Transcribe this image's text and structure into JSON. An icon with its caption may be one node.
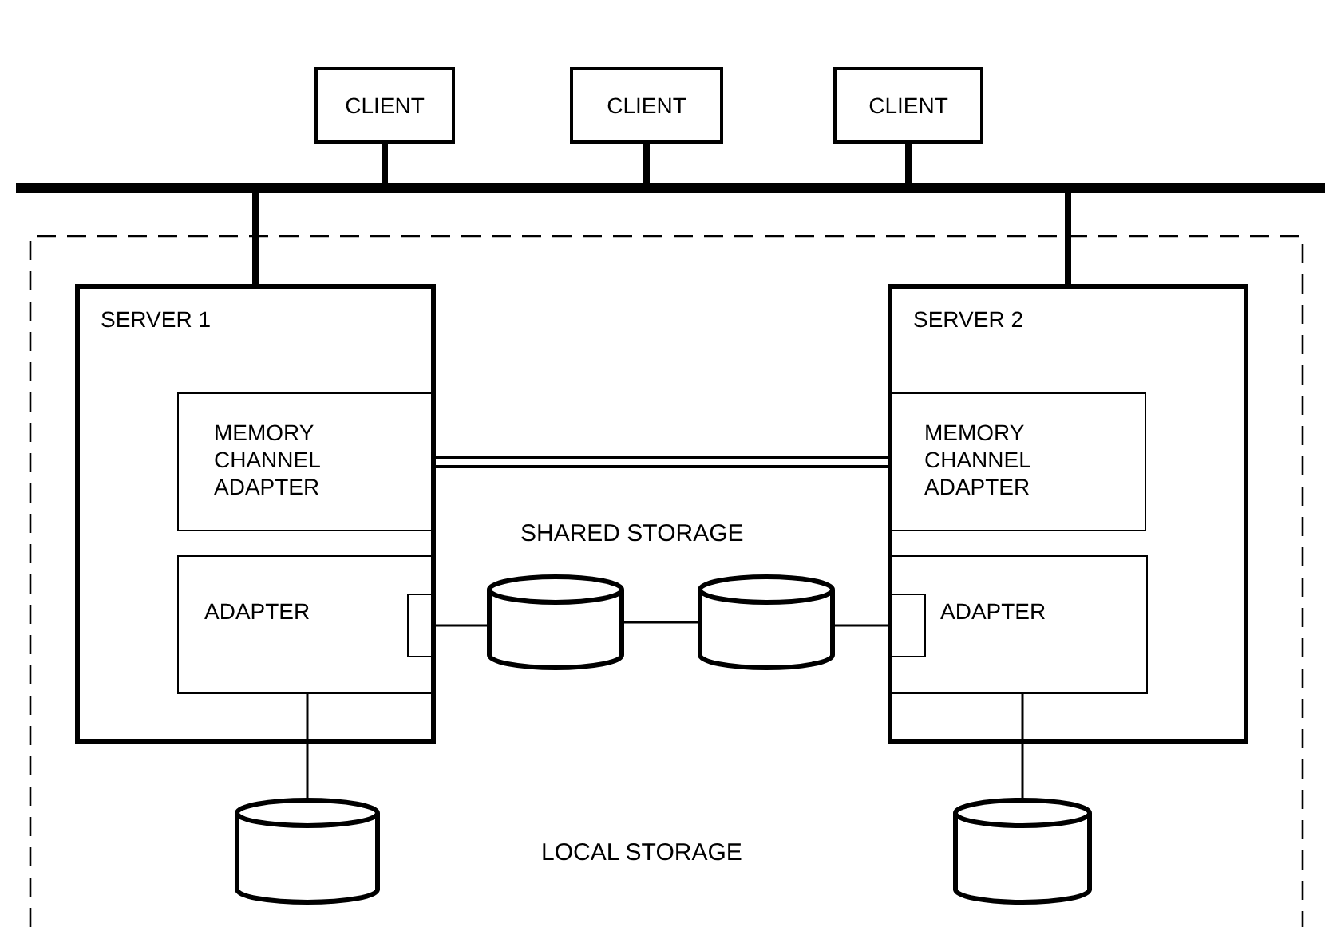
{
  "diagram": {
    "nodes": [
      {
        "text": [
          "CLIENT"
        ]
      },
      {
        "text": [
          "CLIENT"
        ]
      },
      {
        "text": [
          "CLIENT"
        ]
      },
      {
        "text": [],
        "shape": "bar"
      },
      {
        "text": [
          "SERVER 1"
        ]
      },
      {
        "text": [
          "MEMORY CHANNEL ADAPTER"
        ],
        "in": 4
      },
      {
        "text": [
          "ADAPTER"
        ],
        "in": 4
      },
      {
        "text": [],
        "shape": "box",
        "in": 6
      },
      {
        "text": [
          "SERVER 2"
        ]
      },
      {
        "text": [
          "MEMORY CHANNEL ADAPTER"
        ],
        "in": 8
      },
      {
        "text": [
          "ADAPTER"
        ],
        "in": 8
      },
      {
        "text": [],
        "shape": "box",
        "in": 10
      },
      {
        "text": [],
        "shape": "cylinder"
      },
      {
        "text": [],
        "shape": "cylinder"
      },
      {
        "text": [],
        "shape": "cylinder"
      },
      {
        "text": [],
        "shape": "cylinder"
      }
    ],
    "edges": [
      {
        "from": 0,
        "to": 3,
        "arrow": "none"
      },
      {
        "from": 1,
        "to": 3,
        "arrow": "none"
      },
      {
        "from": 2,
        "to": 3,
        "arrow": "none"
      },
      {
        "from": 3,
        "to": 4,
        "arrow": "none"
      },
      {
        "from": 3,
        "to": 8,
        "arrow": "none"
      },
      {
        "from": 5,
        "to": 9,
        "arrow": "none",
        "style": "thick"
      },
      {
        "from": 7,
        "to": 12,
        "arrow": "none"
      },
      {
        "from": 12,
        "to": 13,
        "arrow": "none"
      },
      {
        "from": 13,
        "to": 11,
        "arrow": "none"
      },
      {
        "from": 6,
        "to": 14,
        "arrow": "none"
      },
      {
        "from": 10,
        "to": 15,
        "arrow": "none"
      }
    ],
    "labels": [
      "SHARED STORAGE",
      "LOCAL STORAGE"
    ]
  }
}
